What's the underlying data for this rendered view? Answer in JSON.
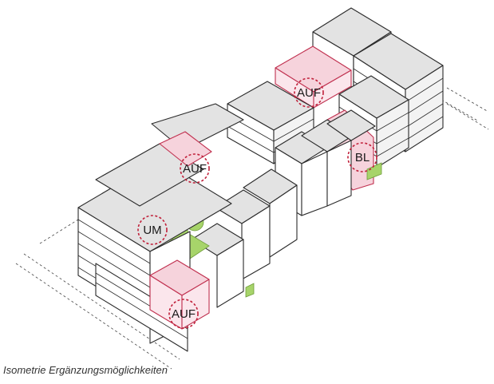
{
  "markers": {
    "auf_top": "AUF",
    "auf_left": "AUF",
    "bl": "BL",
    "um": "UM",
    "auf_bottom": "AUF"
  },
  "caption": "Isometrie Ergänzungsmöglichkeiten",
  "colors": {
    "highlight": "#f6d3dc",
    "marker_ring": "#c0203a",
    "greenery": "#a7d46a"
  }
}
